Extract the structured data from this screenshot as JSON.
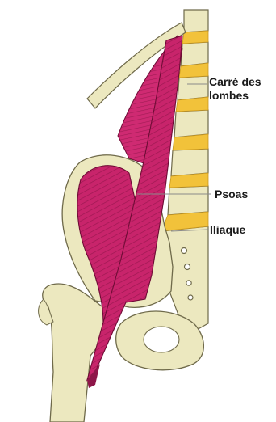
{
  "labels": {
    "quadratus_line1": "Carré des",
    "quadratus_line2": "lombes",
    "psoas": "Psoas",
    "iliacus": "Iliaque"
  },
  "colors": {
    "bone_fill": "#ece8bf",
    "bone_outline": "#6f6a4a",
    "disc": "#f2c23a",
    "muscle": "#c8246b",
    "muscle_dark": "#6e0c35",
    "leader_line": "#8a8a8a",
    "label_text": "#1a1a1a"
  }
}
